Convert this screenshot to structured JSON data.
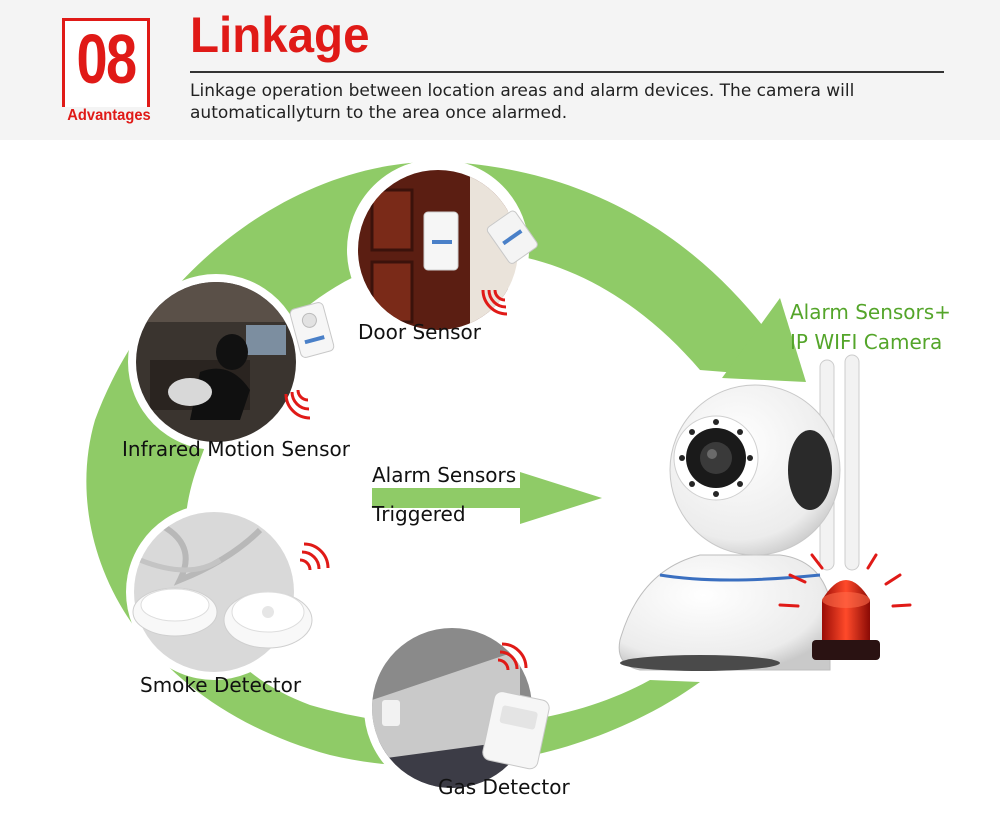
{
  "header": {
    "badge_number": "08",
    "badge_label": "Advantages",
    "title": "Linkage",
    "description": "Linkage operation between location areas and alarm devices. The camera will automaticallyturn to the area once alarmed."
  },
  "diagram": {
    "sensors": [
      {
        "label": "Door Sensor",
        "icon": "door-sensor-icon"
      },
      {
        "label": "Infrared Motion Sensor",
        "icon": "motion-sensor-icon"
      },
      {
        "label": "Smoke Detector",
        "icon": "smoke-detector-icon"
      },
      {
        "label": "Gas Detector",
        "icon": "gas-detector-icon"
      }
    ],
    "trigger_line1": "Alarm Sensors",
    "trigger_line2": "Triggered",
    "camera_line1": "Alarm Sensors+",
    "camera_line2": "IP WIFI Camera"
  },
  "colors": {
    "accent_red": "#e01a17",
    "arrow_green": "#8fcb67",
    "camera_label_green": "#54a52a",
    "alarm_light_red": "#d81a10"
  }
}
